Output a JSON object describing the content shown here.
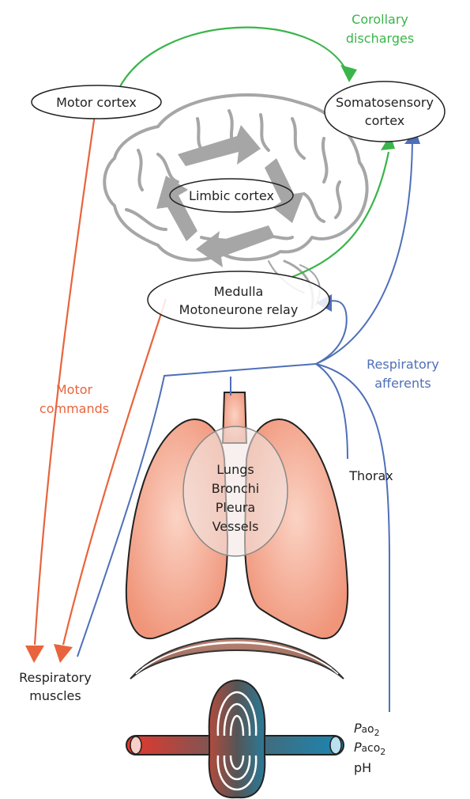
{
  "nodes": {
    "motor_cortex": "Motor cortex",
    "somatosensory": [
      "Somatosensory",
      "cortex"
    ],
    "limbic": "Limbic cortex",
    "medulla": [
      "Medulla",
      "Motoneurone relay"
    ],
    "lungs": [
      "Lungs",
      "Bronchi",
      "Pleura",
      "Vessels"
    ],
    "thorax": "Thorax",
    "muscles": [
      "Respiratory",
      "muscles"
    ]
  },
  "pathways": {
    "corollary": [
      "Corollary",
      "discharges"
    ],
    "motor": [
      "Motor",
      "commands"
    ],
    "afferents": [
      "Respiratory",
      "afferents"
    ]
  },
  "blood": {
    "pao2": {
      "p": "P",
      "sub": "a",
      "gas": "o",
      "n": "2"
    },
    "paco2": {
      "p": "P",
      "sub": "a",
      "gas": "co",
      "n": "2"
    },
    "ph": "pH"
  },
  "colors": {
    "green": "#3ab54a",
    "orange": "#e8643c",
    "blue": "#4f6fb8",
    "brain": "#a6a6a6",
    "lung": "#f2a58c",
    "muscle": "#9b6b5a"
  }
}
